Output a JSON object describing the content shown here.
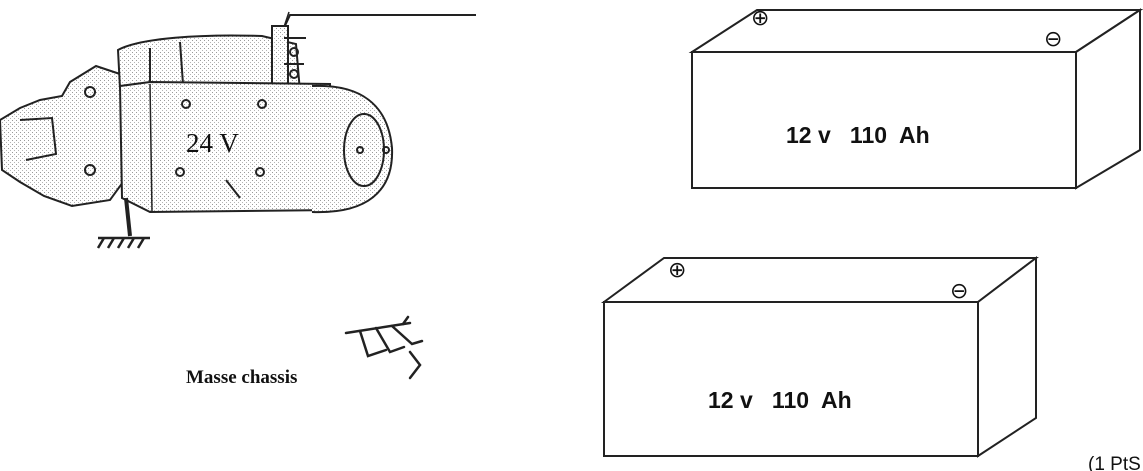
{
  "starter_motor": {
    "voltage_label": "24 V"
  },
  "ground": {
    "label": "Masse chassis"
  },
  "batteries": [
    {
      "rating_label": "12 v   110  Ah",
      "positive_symbol": "⊕",
      "negative_symbol": "⊖"
    },
    {
      "rating_label": "12 v   110  Ah",
      "positive_symbol": "⊕",
      "negative_symbol": "⊖"
    }
  ],
  "corner_text": "(1 PtS"
}
